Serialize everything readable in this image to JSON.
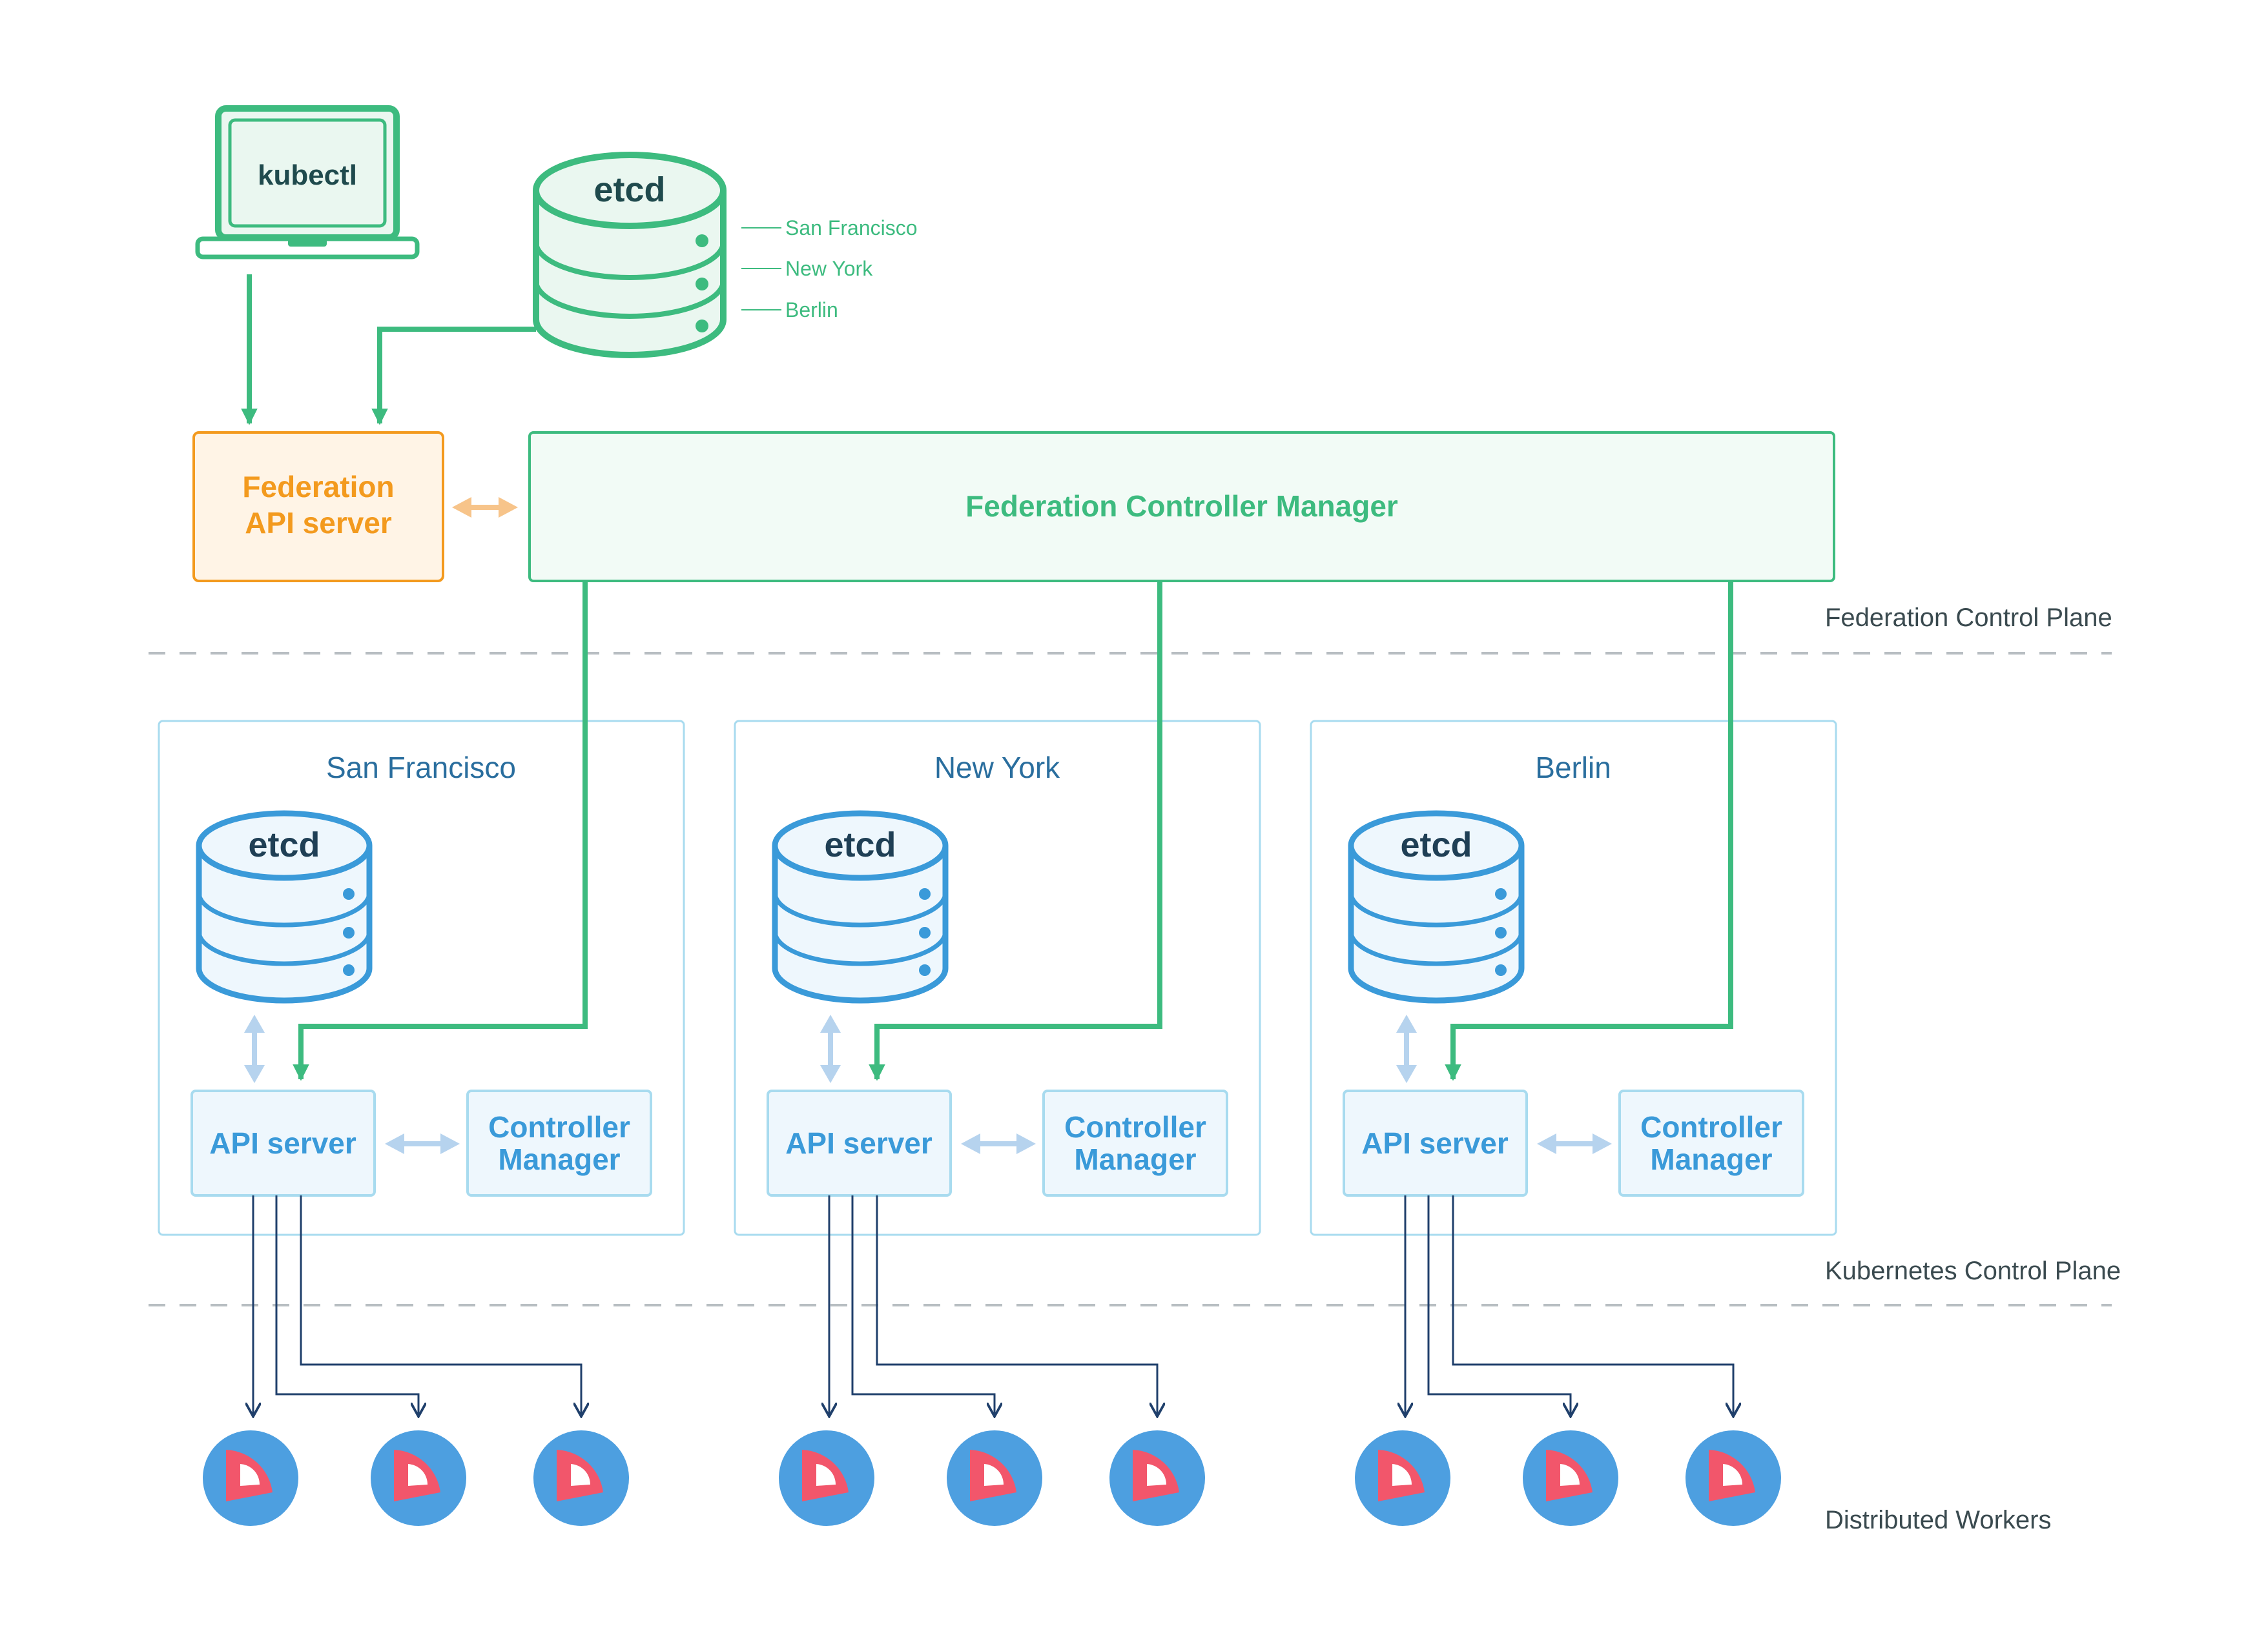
{
  "kubectl": {
    "label": "kubectl"
  },
  "federation_etcd": {
    "label": "etcd",
    "locations": [
      "San Francisco",
      "New York",
      "Berlin"
    ]
  },
  "federation_api_server": {
    "line1": "Federation",
    "line2": "API server"
  },
  "federation_controller_manager": {
    "label": "Federation Controller Manager"
  },
  "planes": {
    "federation": "Federation Control Plane",
    "kubernetes": "Kubernetes Control Plane",
    "workers": "Distributed Workers"
  },
  "clusters": [
    {
      "name": "San Francisco",
      "etcd": "etcd",
      "api_server": "API server",
      "cm_line1": "Controller",
      "cm_line2": "Manager"
    },
    {
      "name": "New York",
      "etcd": "etcd",
      "api_server": "API server",
      "cm_line1": "Controller",
      "cm_line2": "Manager"
    },
    {
      "name": "Berlin",
      "etcd": "etcd",
      "api_server": "API server",
      "cm_line1": "Controller",
      "cm_line2": "Manager"
    }
  ],
  "colors": {
    "green": "#3dbb7f",
    "orange": "#f39a1e",
    "blue": "#3a9ad9",
    "light_blue_border": "#a8dbef",
    "navy": "#1f3f6b",
    "worker_blue": "#4d9fe0",
    "worker_red": "#f2566b"
  },
  "icons": {
    "laptop": "laptop-icon",
    "database": "database-icon",
    "worker": "worker-node-icon"
  }
}
